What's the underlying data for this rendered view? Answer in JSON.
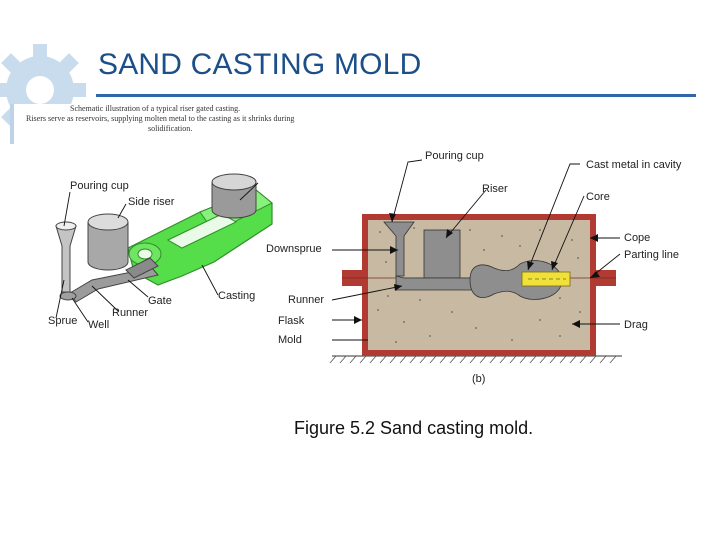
{
  "slide": {
    "title": "SAND CASTING MOLD",
    "caption_lines": [
      "Schematic illustration of a typical riser gated casting.",
      "Risers serve as reservoirs, supplying molten metal to the casting as it shrinks during",
      "solidification."
    ],
    "figure_caption": "Figure 5.2 Sand casting mold."
  },
  "left_diagram": {
    "labels": {
      "pouring_cup": "Pouring cup",
      "side_riser": "Side riser",
      "casting": "Casting",
      "gate": "Gate",
      "runner": "Runner",
      "sprue": "Sprue",
      "well": "Well"
    }
  },
  "right_diagram": {
    "labels": {
      "pouring_cup": "Pouring cup",
      "cast_metal": "Cast metal in cavity",
      "riser": "Riser",
      "core": "Core",
      "downsprue": "Downsprue",
      "cope": "Cope",
      "parting_line": "Parting line",
      "runner": "Runner",
      "flask": "Flask",
      "drag": "Drag",
      "mold": "Mold",
      "panel": "(b)"
    }
  },
  "colors": {
    "title": "#1c4f8a",
    "rule": "#2f67a8",
    "flask": "#b13a32",
    "sand": "#c7b9a2",
    "metal": "#8e8e8e",
    "casting_green": "#55dd4a",
    "core": "#efe13a"
  }
}
